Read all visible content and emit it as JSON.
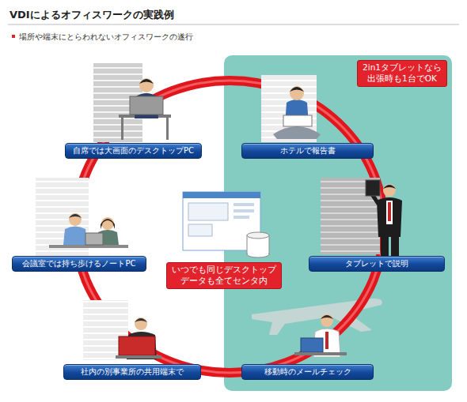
{
  "diagram": {
    "title": "VDIによるオフィスワークの実践例",
    "nodes": [
      {
        "text": [
          "2in1タブレットなら 出張時も1台でOK"
        ]
      },
      {
        "text": [
          "自席では大画面のデスクトップPC"
        ]
      },
      {
        "text": [
          "ホテルで報告書"
        ]
      },
      {
        "text": [
          "会議室では持ち歩けるノートPC"
        ]
      },
      {
        "text": [
          "いつでも同じデスクトップ データも全てセンタ内"
        ]
      },
      {
        "text": [
          "タブレットで説明"
        ]
      },
      {
        "text": [
          "社内の別事業所の共用端末で"
        ]
      },
      {
        "text": [
          "移動時のメールチェック"
        ]
      }
    ],
    "labels": [
      "場所や端末にとらわれないオフィスワークの遂行"
    ]
  }
}
